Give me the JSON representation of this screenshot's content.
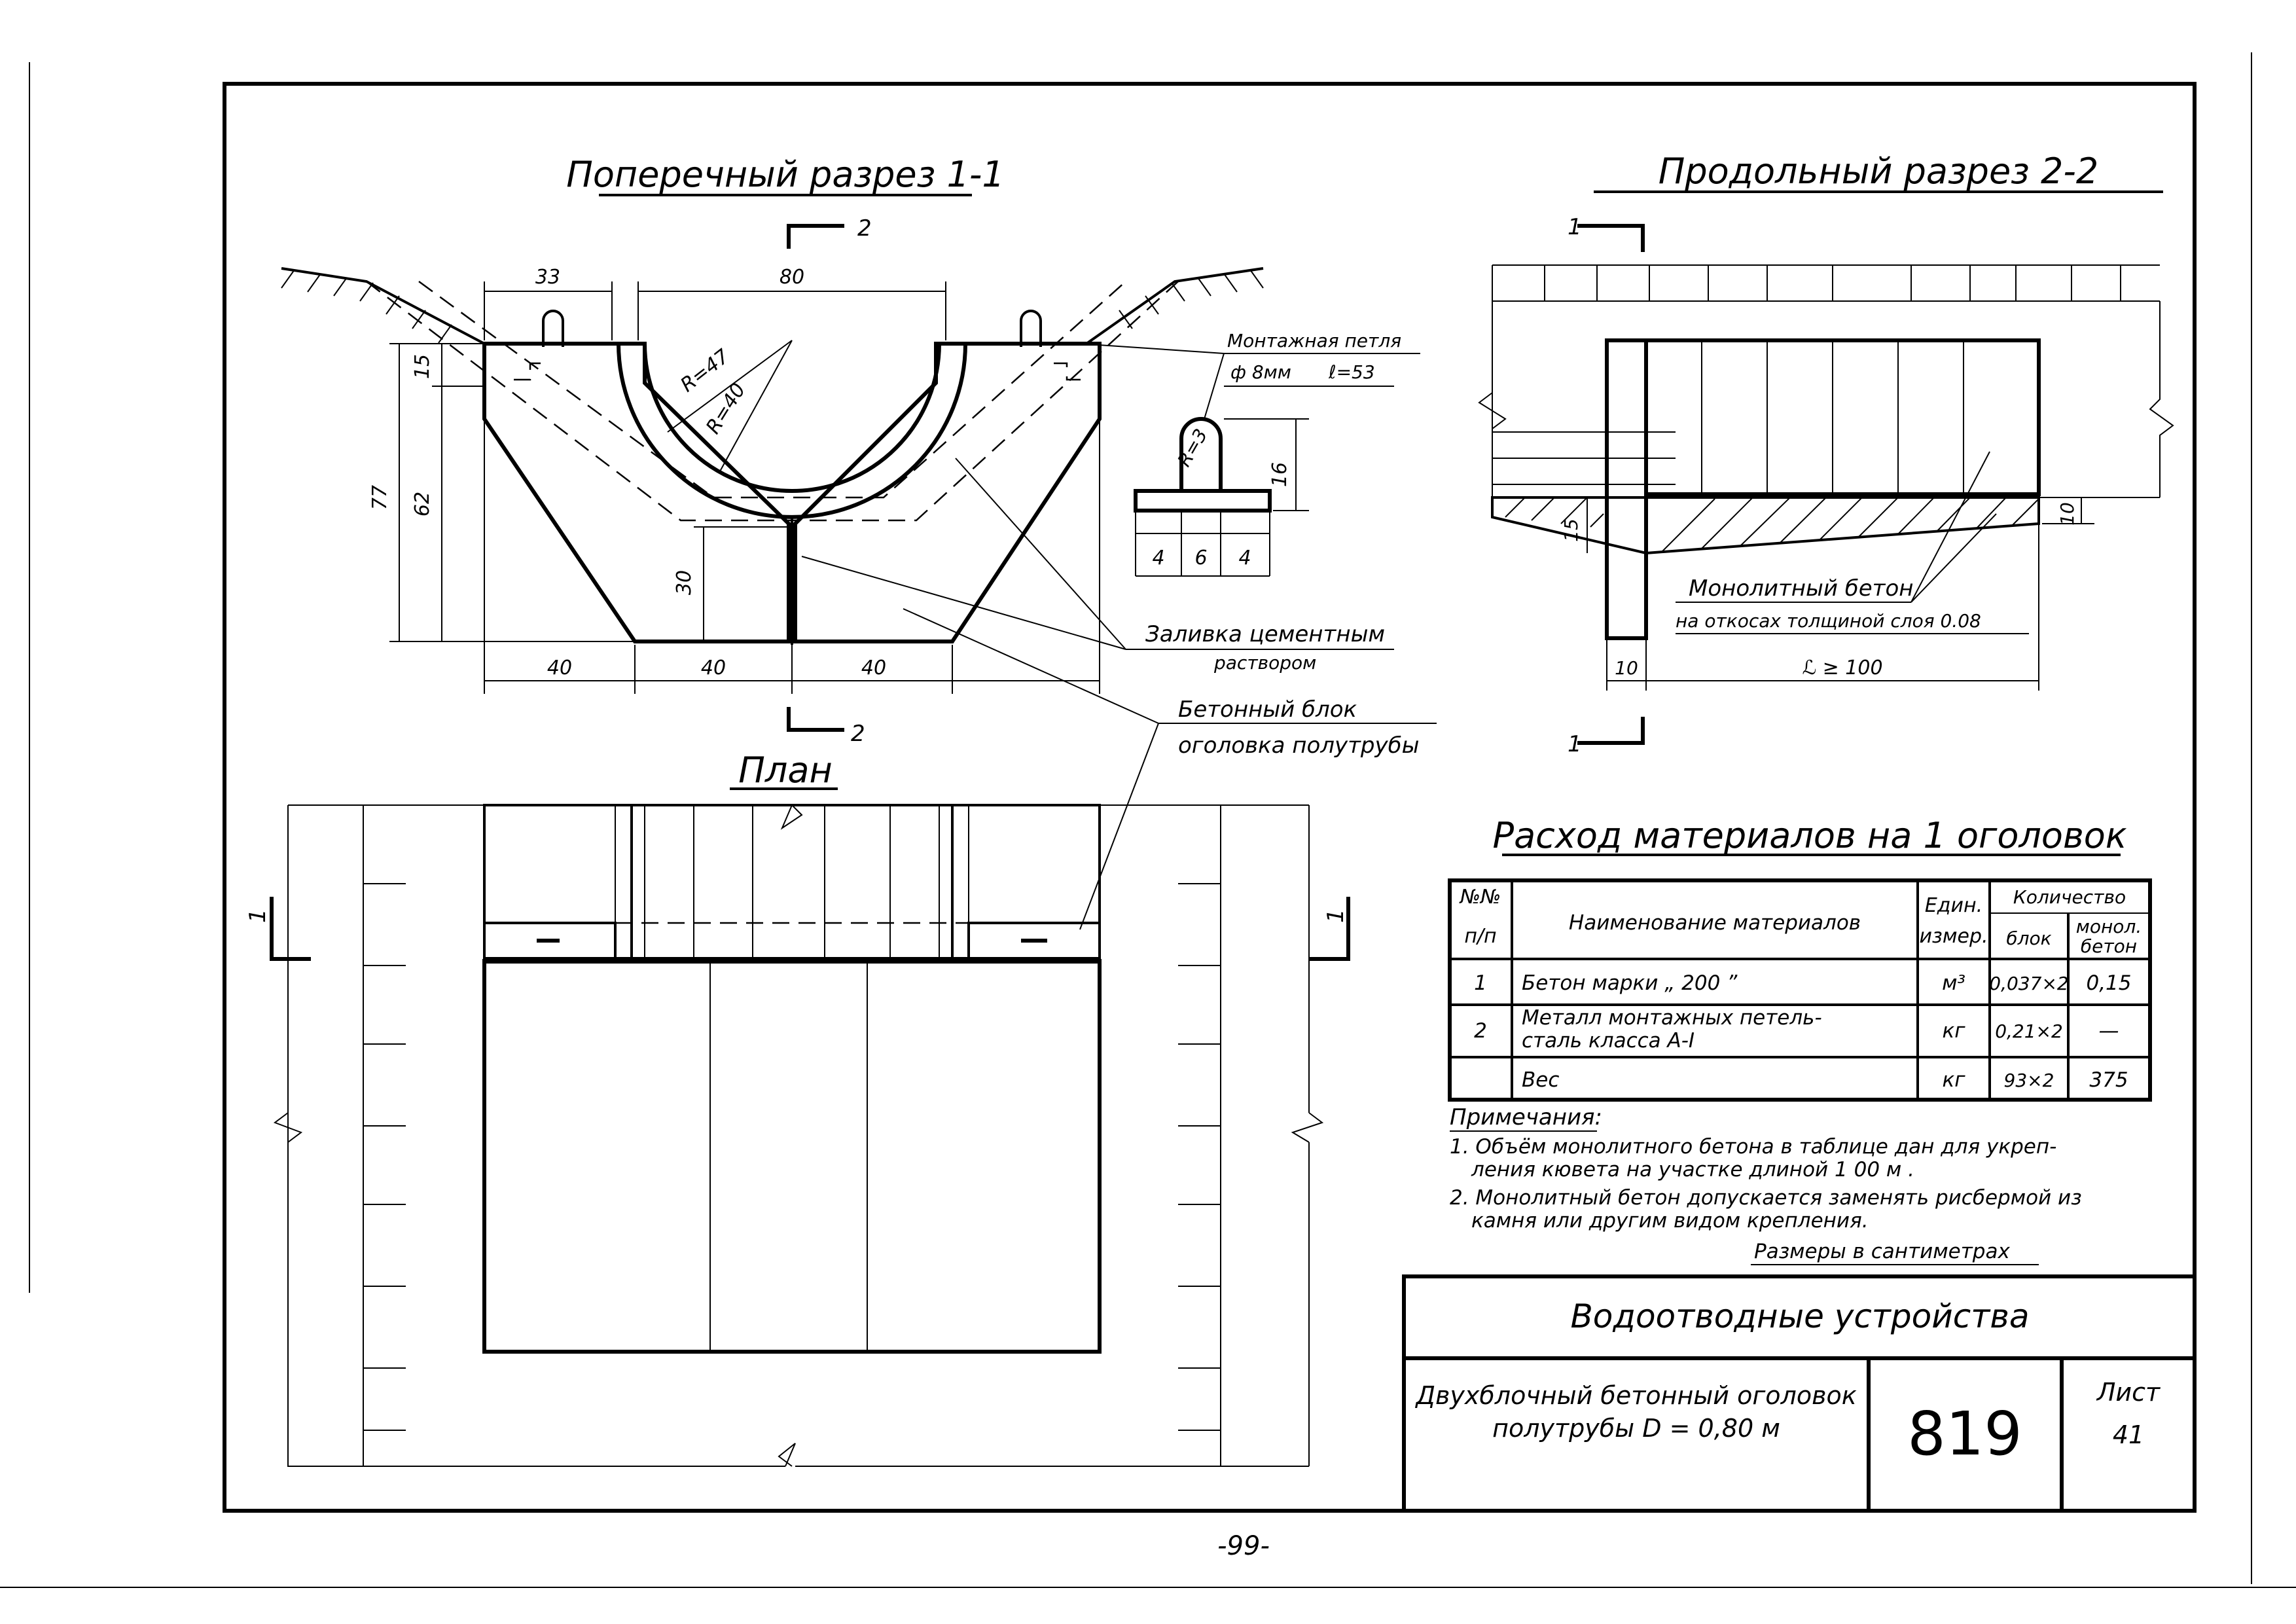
{
  "titles": {
    "cross_section": "Поперечный разрез 1-1",
    "long_section": "Продольный разрез 2-2",
    "plan": "План",
    "materials": "Расход материалов на 1 оголовок"
  },
  "cross_section": {
    "dims": {
      "top_left": "33",
      "top_span": "80",
      "radius_outer": "R=47",
      "radius_inner": "R=40",
      "h15": "15",
      "h77": "77",
      "h62": "62",
      "h30": "30",
      "b1": "40",
      "b2": "40",
      "b3": "40"
    },
    "marks": {
      "m2a": "2",
      "m2b": "2"
    }
  },
  "loop_detail": {
    "callout": "Монтажная петля",
    "spec_a": "ф 8мм",
    "spec_b": "ℓ=53",
    "r": "R=3",
    "h": "16",
    "w1": "4",
    "w2": "6",
    "w3": "4"
  },
  "callouts": {
    "grout_1": "Заливка цементным",
    "grout_2": "раствором",
    "block_1": "Бетонный блок",
    "block_2": "оголовка полутрубы"
  },
  "long_section": {
    "mark1_top": "1",
    "mark1_bottom": "1",
    "concrete_1": "Монолитный бетон",
    "concrete_2": "на откосах толщиной слоя 0.08",
    "d15": "15",
    "d10": "10",
    "d10b": "10",
    "length": "ℒ ≥ 100"
  },
  "plan": {
    "mark_left": "1",
    "mark_right": "1"
  },
  "table": {
    "h_no_1": "№№",
    "h_no_2": "п/п",
    "h_name": "Наименование материалов",
    "h_unit_1": "Един.",
    "h_unit_2": "измер.",
    "h_qty": "Количество",
    "h_block": "блок",
    "h_mono_1": "монол.",
    "h_mono_2": "бетон",
    "rows": [
      {
        "no": "1",
        "name_1": "Бетон марки „ 200 ”",
        "name_2": "",
        "unit": "м³",
        "block": "0,037×2",
        "mono": "0,15"
      },
      {
        "no": "2",
        "name_1": "Металл монтажных петель-",
        "name_2": "сталь класса А-I",
        "unit": "кг",
        "block": "0,21×2",
        "mono": "—"
      },
      {
        "no": "",
        "name_1": "Вес",
        "name_2": "",
        "unit": "кг",
        "block": "93×2",
        "mono": "375"
      }
    ]
  },
  "notes": {
    "title": "Примечания:",
    "n1_a": "1. Объём монолитного бетона в таблице дан для укреп-",
    "n1_b": "ления кювета на участке длиной 1 00 м .",
    "n2_a": "2. Монолитный бетон допускается заменять рисбермой из",
    "n2_b": "камня или другим видом крепления.",
    "units": "Размеры в сантиметрах"
  },
  "stamp": {
    "title": "Водоотводные устройства",
    "desc_1": "Двухблочный бетонный оголовок",
    "desc_2": "полутрубы D = 0,80 м",
    "number": "819",
    "sheet_label": "Лист",
    "sheet_no": "41"
  },
  "page_no": "-99-"
}
